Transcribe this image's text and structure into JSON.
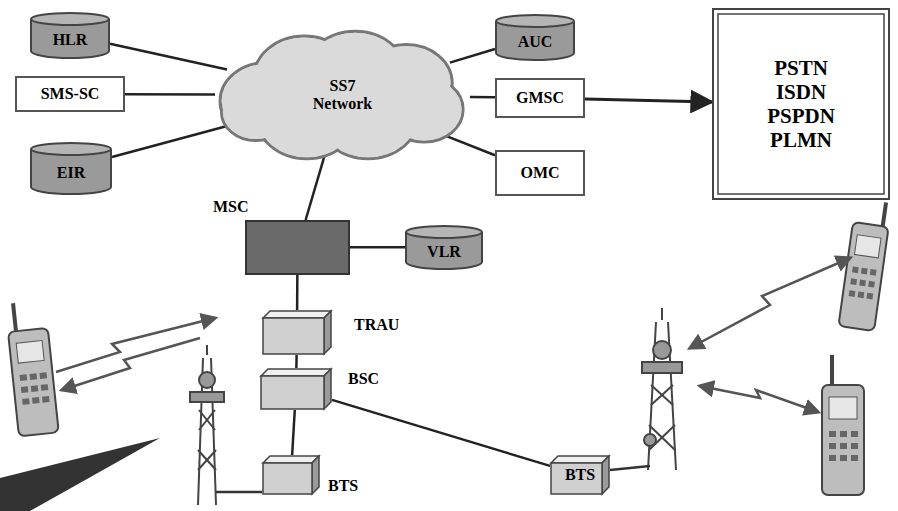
{
  "diagram": {
    "nodes": [
      {
        "text": [
          "HLR"
        ]
      },
      {
        "text": [
          "SMS-SC"
        ]
      },
      {
        "text": [
          "EIR"
        ]
      },
      {
        "text": [
          "SS7 Network"
        ]
      },
      {
        "text": [
          "AUC"
        ]
      },
      {
        "text": [
          "GMSC"
        ]
      },
      {
        "text": [
          "OMC"
        ]
      },
      {
        "text": [
          "PSTN ISDN PSPDN PLMN"
        ]
      },
      {
        "text": [
          "MSC"
        ]
      },
      {
        "text": [
          "VLR"
        ]
      },
      {
        "text": [
          "TRAU"
        ]
      },
      {
        "text": [
          "BSC"
        ]
      },
      {
        "text": [
          "BTS"
        ]
      },
      {
        "text": [
          "BTS"
        ]
      }
    ],
    "edges": [
      {
        "from": 0,
        "to": 3,
        "arrow": "none"
      },
      {
        "from": 1,
        "to": 3,
        "arrow": "none"
      },
      {
        "from": 2,
        "to": 3,
        "arrow": "none"
      },
      {
        "from": 4,
        "to": 3,
        "arrow": "none"
      },
      {
        "from": 5,
        "to": 3,
        "arrow": "none"
      },
      {
        "from": 6,
        "to": 3,
        "arrow": "none"
      },
      {
        "from": 5,
        "to": 7,
        "arrow": "to"
      },
      {
        "from": 3,
        "to": 8,
        "arrow": "none"
      },
      {
        "from": 8,
        "to": 9,
        "arrow": "none"
      },
      {
        "from": 8,
        "to": 10,
        "arrow": "none"
      },
      {
        "from": 10,
        "to": 11,
        "arrow": "none"
      },
      {
        "from": 11,
        "to": 12,
        "arrow": "none"
      },
      {
        "from": 11,
        "to": 13,
        "arrow": "none"
      }
    ]
  }
}
